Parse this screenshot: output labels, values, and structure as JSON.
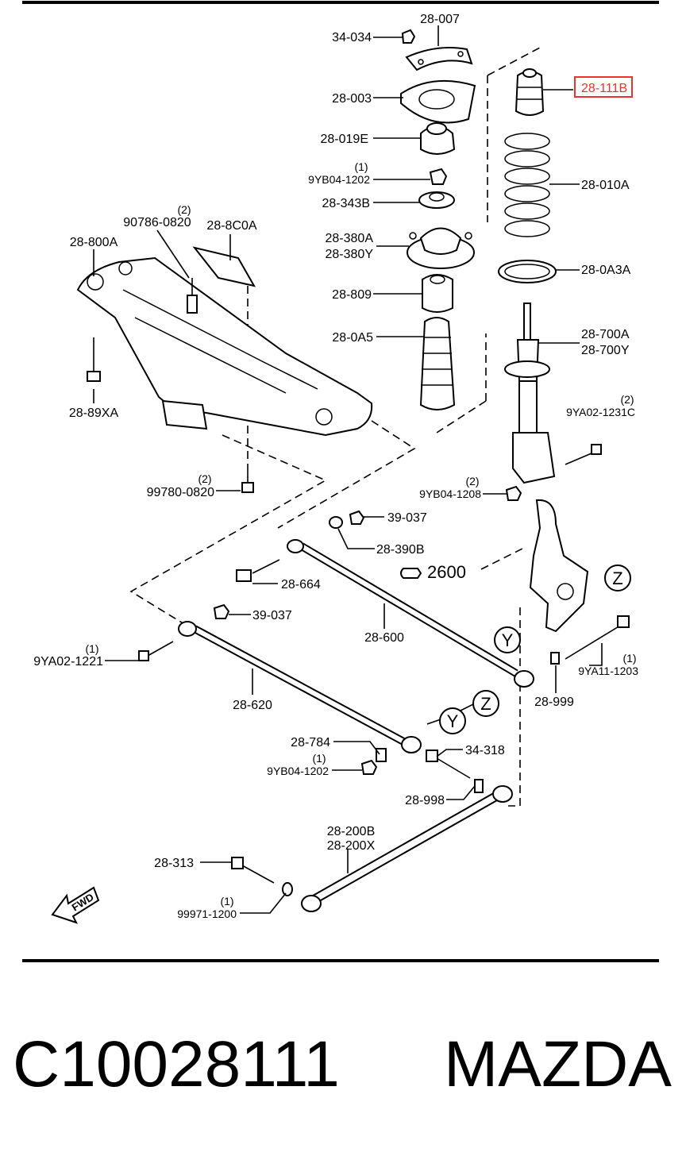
{
  "parts": {
    "p_28_007": "28-007",
    "p_34_034": "34-034",
    "p_28_003": "28-003",
    "p_28_019E": "28-019E",
    "p_9YB04_1202_a": "9YB04-1202",
    "p_9YB04_1202_a_qty": "(1)",
    "p_28_343B": "28-343B",
    "p_28_380A": "28-380A",
    "p_28_380Y": "28-380Y",
    "p_28_809": "28-809",
    "p_28_0A5": "28-0A5",
    "p_28_111B": "28-111B",
    "p_28_010A": "28-010A",
    "p_28_0A3A": "28-0A3A",
    "p_28_700A": "28-700A",
    "p_28_700Y": "28-700Y",
    "p_9YA02_1231C": "9YA02-1231C",
    "p_9YA02_1231C_qty": "(2)",
    "p_9YB04_1208": "9YB04-1208",
    "p_9YB04_1208_qty": "(2)",
    "p_90786_0820": "90786-0820",
    "p_90786_0820_qty": "(2)",
    "p_28_8C0A": "28-8C0A",
    "p_28_800A": "28-800A",
    "p_28_89XA": "28-89XA",
    "p_99780_0820": "99780-0820",
    "p_99780_0820_qty": "(2)",
    "p_39_037_a": "39-037",
    "p_28_390B": "28-390B",
    "p_2600": "2600",
    "p_28_664": "28-664",
    "p_39_037_b": "39-037",
    "p_28_600": "28-600",
    "p_9YA02_1221": "9YA02-1221",
    "p_9YA02_1221_qty": "(1)",
    "p_9YA11_1203": "9YA11-1203",
    "p_9YA11_1203_qty": "(1)",
    "p_28_999": "28-999",
    "p_28_620": "28-620",
    "p_28_784": "28-784",
    "p_9YB04_1202_b": "9YB04-1202",
    "p_9YB04_1202_b_qty": "(1)",
    "p_34_318": "34-318",
    "p_28_998": "28-998",
    "p_28_200B": "28-200B",
    "p_28_200X": "28-200X",
    "p_28_313": "28-313",
    "p_99971_1200": "99971-1200",
    "p_99971_1200_qty": "(1)"
  },
  "markers": {
    "z_top": "Z",
    "y_top": "Y",
    "z_bottom": "Z",
    "y_bottom": "Y"
  },
  "fwd_label": "FWD",
  "highlight_color": "#e8332f",
  "footer": {
    "part_number": "C10028111",
    "brand": "MAZDA"
  }
}
